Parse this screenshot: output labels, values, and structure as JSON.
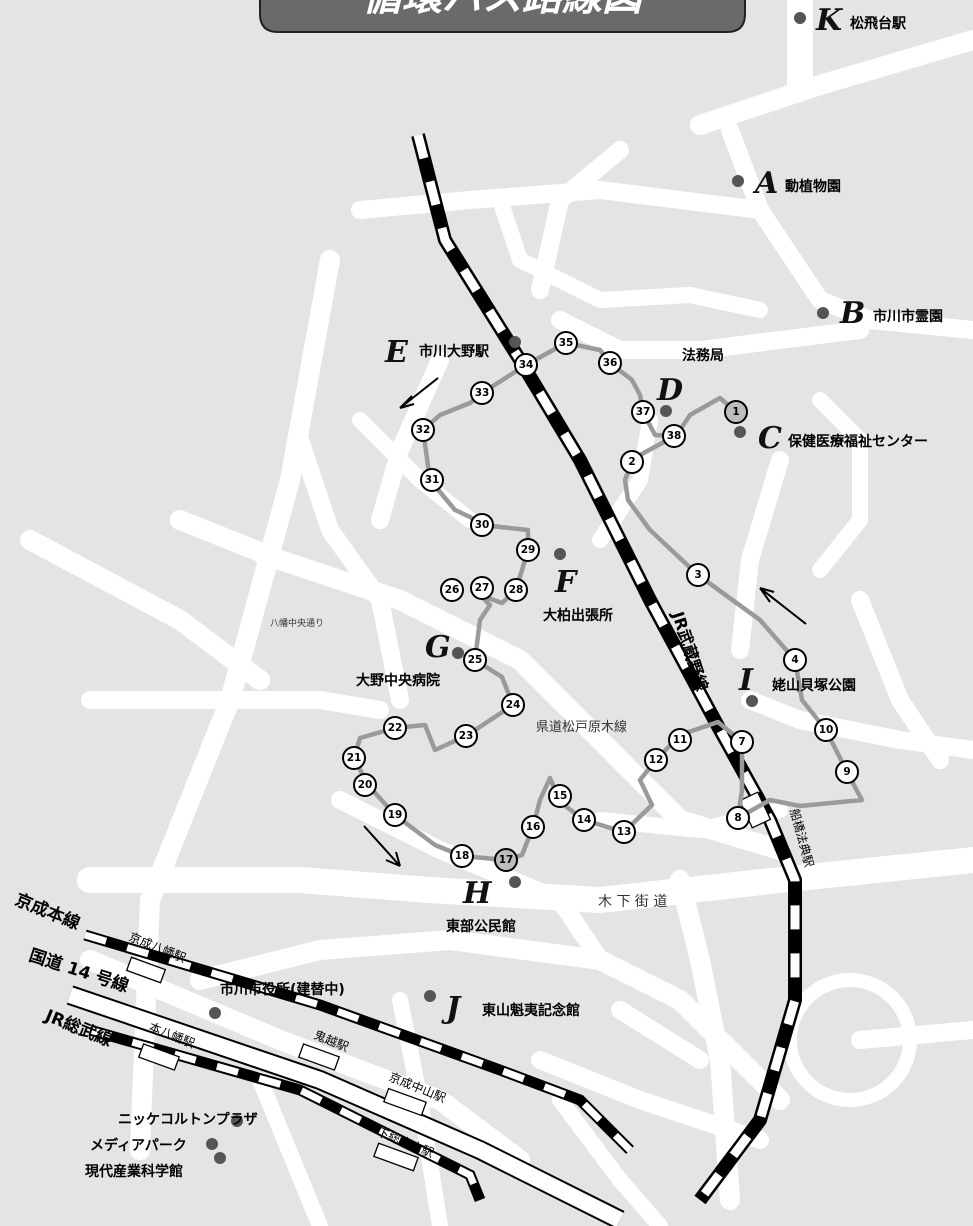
{
  "title_partial": "循環バス路線図",
  "route_name": "JR武蔵野線",
  "route_stops": [
    "1",
    "2",
    "3",
    "4",
    "7",
    "8",
    "9",
    "10",
    "11",
    "12",
    "13",
    "14",
    "15",
    "16",
    "17",
    "18",
    "19",
    "20",
    "21",
    "22",
    "23",
    "24",
    "25",
    "26",
    "27",
    "28",
    "29",
    "30",
    "31",
    "32",
    "33",
    "34",
    "35",
    "36",
    "37",
    "38"
  ],
  "highlighted_stops": [
    "1",
    "17"
  ],
  "points": [
    {
      "id": "K",
      "name": "松飛台駅"
    },
    {
      "id": "A",
      "name": "動植物園"
    },
    {
      "id": "B",
      "name": "市川市霊園"
    },
    {
      "id": "E",
      "name": "市川大野駅"
    },
    {
      "id": "D",
      "name": "法務局"
    },
    {
      "id": "C",
      "name": "保健医療福祉センター"
    },
    {
      "id": "F",
      "name": "大柏出張所"
    },
    {
      "id": "G",
      "name": "大野中央病院"
    },
    {
      "id": "I",
      "name": "姥山貝塚公園"
    },
    {
      "id": "H",
      "name": "東部公民館"
    },
    {
      "id": "J",
      "name": "東山魁夷記念館"
    }
  ],
  "road_labels": {
    "yawata": "八幡中央通り",
    "kendo": "県道松戸原木線",
    "kinoshita": "木 下 街 道"
  },
  "station_labels": {
    "funabashi_hoten": "船橋法典駅",
    "keisei_yawata": "京成八幡駅",
    "moto_yawata": "本八幡駅",
    "onigoe": "鬼越駅",
    "keisei_nakayama": "京成中山駅",
    "shimosa_nakayama": "下総中山駅"
  },
  "line_labels": {
    "keisei": "京成本線",
    "kokudo": "国道 14 号線",
    "sobu": "JR総武線"
  },
  "other_places": {
    "city_hall": "市川市役所(建替中)",
    "nikke": "ニッケコルトンプラザ",
    "media": "メディアパーク",
    "museum": "現代産業科学館"
  },
  "colors": {
    "background": "#e4e4e4",
    "road": "#ffffff",
    "route": "#9a9a9a",
    "rail": "#000000"
  }
}
